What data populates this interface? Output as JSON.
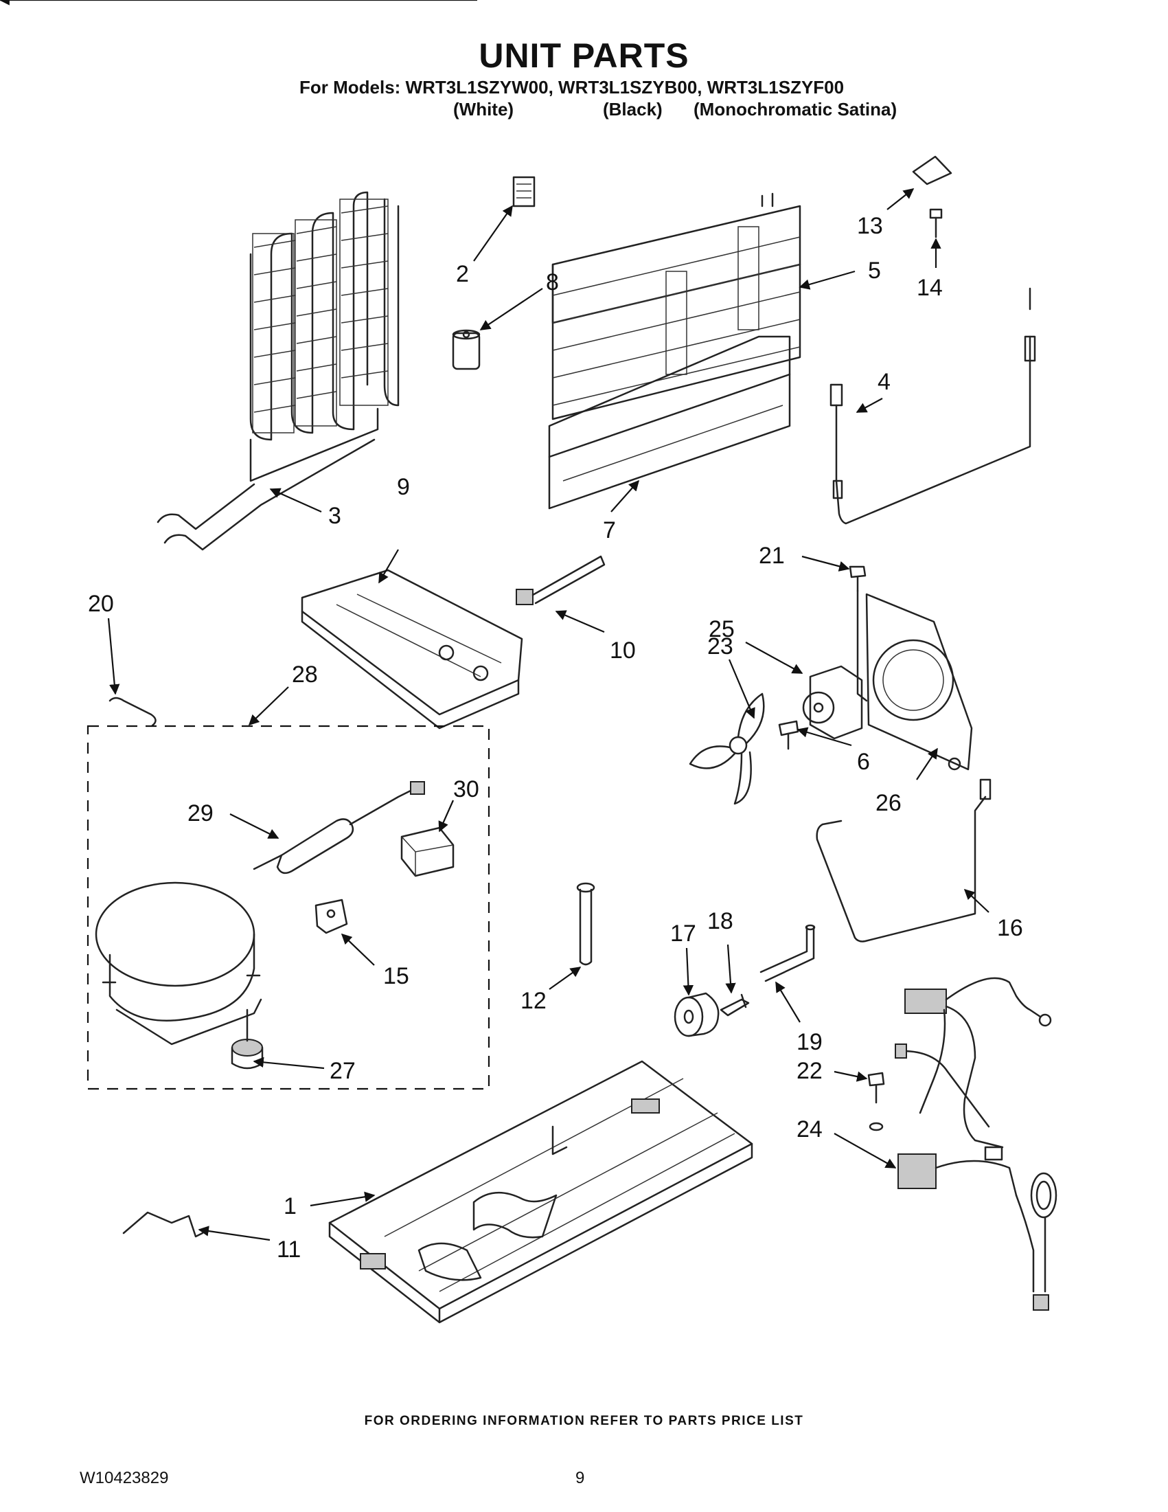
{
  "header": {
    "title": "UNIT PARTS",
    "models_line": "For Models: WRT3L1SZYW00, WRT3L1SZYB00, WRT3L1SZYF00",
    "variants": [
      "(White)",
      "(Black)",
      "(Monochromatic Satina)"
    ]
  },
  "callouts": {
    "c1": "1",
    "c2": "2",
    "c3": "3",
    "c4": "4",
    "c5": "5",
    "c6": "6",
    "c7": "7",
    "c8": "8",
    "c9": "9",
    "c10": "10",
    "c11": "11",
    "c12": "12",
    "c13": "13",
    "c14": "14",
    "c15": "15",
    "c16": "16",
    "c17": "17",
    "c18": "18",
    "c19": "19",
    "c20": "20",
    "c21": "21",
    "c22": "22",
    "c23": "23",
    "c24": "24",
    "c25": "25",
    "c26": "26",
    "c27": "27",
    "c28": "28",
    "c29": "29",
    "c30": "30"
  },
  "footer": {
    "note": "FOR ORDERING INFORMATION REFER TO PARTS PRICE LIST",
    "doc_number": "W10423829",
    "page_number": "9"
  }
}
